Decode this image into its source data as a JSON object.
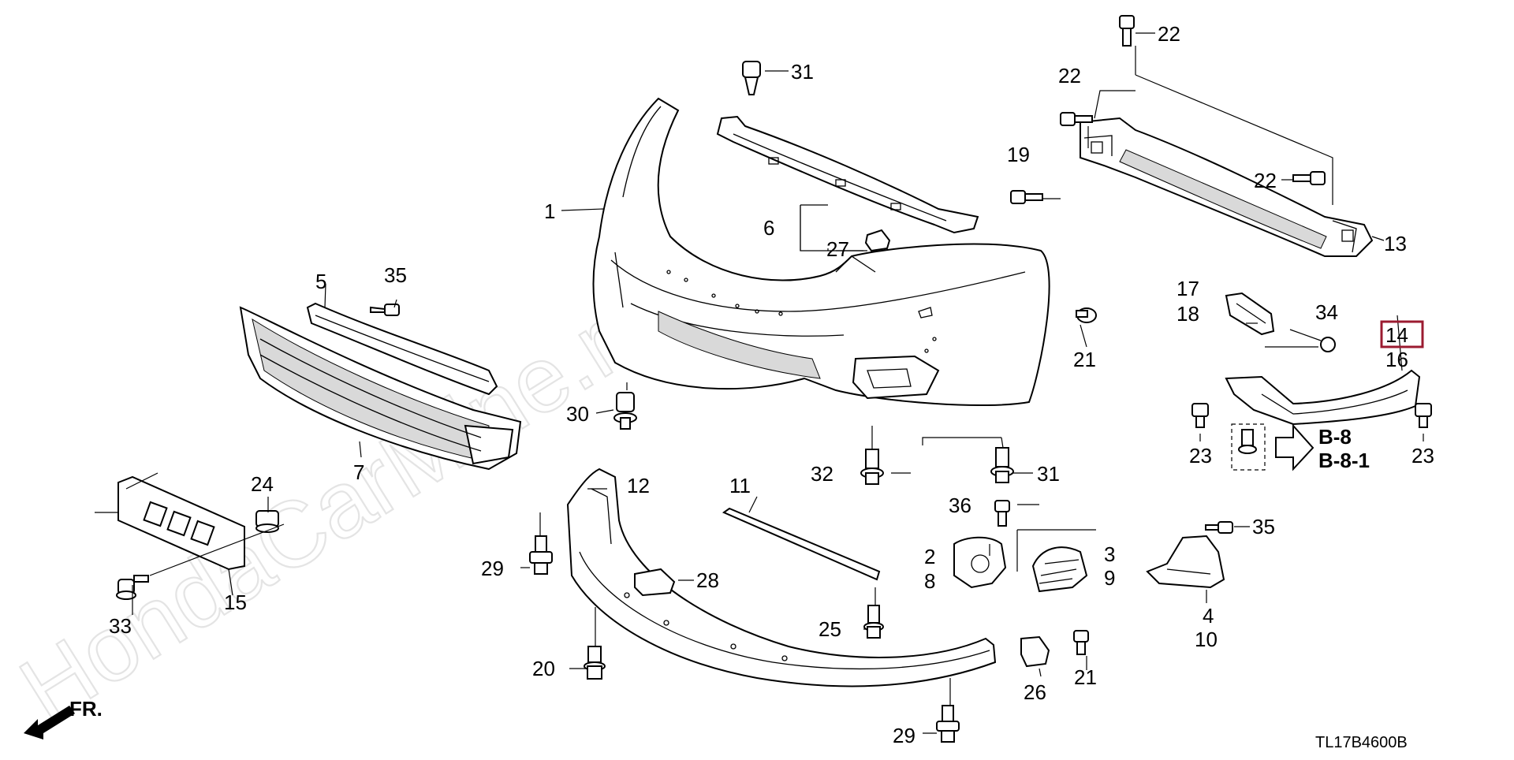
{
  "diagram_code": "TL17B4600B",
  "watermark": "HondaCarMine.ru",
  "direction_label": "FR.",
  "reference_labels": [
    "B-8",
    "B-8-1"
  ],
  "highlighted_part": "14",
  "colors": {
    "line": "#000000",
    "highlight": "#9b1b30",
    "watermark": "#e4e4e4",
    "background": "#ffffff"
  },
  "labels": [
    {
      "id": "p1",
      "text": "1"
    },
    {
      "id": "p2",
      "text": "2"
    },
    {
      "id": "p3",
      "text": "3"
    },
    {
      "id": "p4",
      "text": "4"
    },
    {
      "id": "p5",
      "text": "5"
    },
    {
      "id": "p6",
      "text": "6"
    },
    {
      "id": "p7",
      "text": "7"
    },
    {
      "id": "p8",
      "text": "8"
    },
    {
      "id": "p9",
      "text": "9"
    },
    {
      "id": "p10",
      "text": "10"
    },
    {
      "id": "p11",
      "text": "11"
    },
    {
      "id": "p12",
      "text": "12"
    },
    {
      "id": "p13",
      "text": "13"
    },
    {
      "id": "p14",
      "text": "14"
    },
    {
      "id": "p15",
      "text": "15"
    },
    {
      "id": "p16",
      "text": "16"
    },
    {
      "id": "p17",
      "text": "17"
    },
    {
      "id": "p18",
      "text": "18"
    },
    {
      "id": "p19",
      "text": "19"
    },
    {
      "id": "p20",
      "text": "20"
    },
    {
      "id": "p21a",
      "text": "21"
    },
    {
      "id": "p21b",
      "text": "21"
    },
    {
      "id": "p22a",
      "text": "22"
    },
    {
      "id": "p22b",
      "text": "22"
    },
    {
      "id": "p22c",
      "text": "22"
    },
    {
      "id": "p23a",
      "text": "23"
    },
    {
      "id": "p23b",
      "text": "23"
    },
    {
      "id": "p24",
      "text": "24"
    },
    {
      "id": "p25",
      "text": "25"
    },
    {
      "id": "p26",
      "text": "26"
    },
    {
      "id": "p27",
      "text": "27"
    },
    {
      "id": "p28",
      "text": "28"
    },
    {
      "id": "p29a",
      "text": "29"
    },
    {
      "id": "p29b",
      "text": "29"
    },
    {
      "id": "p30",
      "text": "30"
    },
    {
      "id": "p31a",
      "text": "31"
    },
    {
      "id": "p31b",
      "text": "31"
    },
    {
      "id": "p32",
      "text": "32"
    },
    {
      "id": "p33",
      "text": "33"
    },
    {
      "id": "p34",
      "text": "34"
    },
    {
      "id": "p35a",
      "text": "35"
    },
    {
      "id": "p35b",
      "text": "35"
    },
    {
      "id": "p36",
      "text": "36"
    }
  ]
}
